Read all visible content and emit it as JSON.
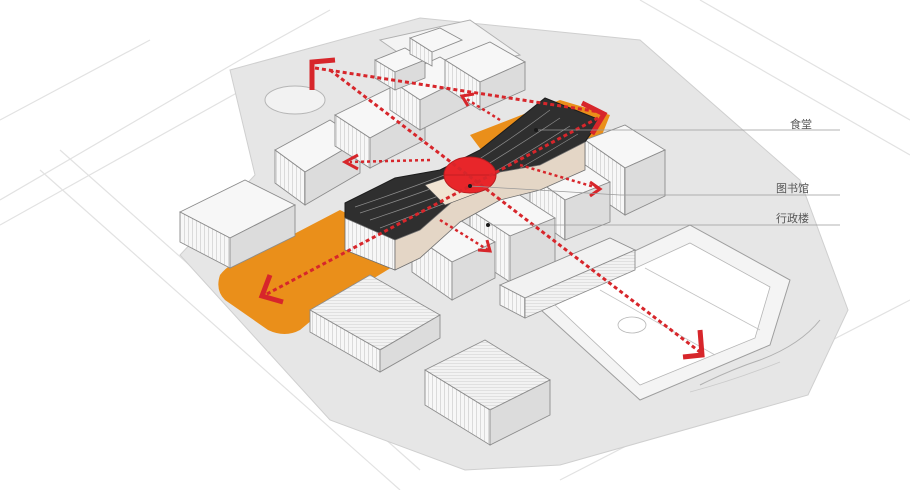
{
  "labels": {
    "canteen": "食堂",
    "library": "图书馆",
    "admin": "行政楼"
  },
  "colors": {
    "background": "#ffffff",
    "site": "#e6e6e6",
    "road": "#f4f4f4",
    "building_top": "#f7f7f7",
    "building_side": "#d9d9d9",
    "outline": "#8c8c8c",
    "plaza": "#ea8f1a",
    "spine_roof": "#2f2f2f",
    "core": "#e8262a",
    "arrow": "#d7262b",
    "leader": "#9a9a9a",
    "label_text": "#555555"
  }
}
